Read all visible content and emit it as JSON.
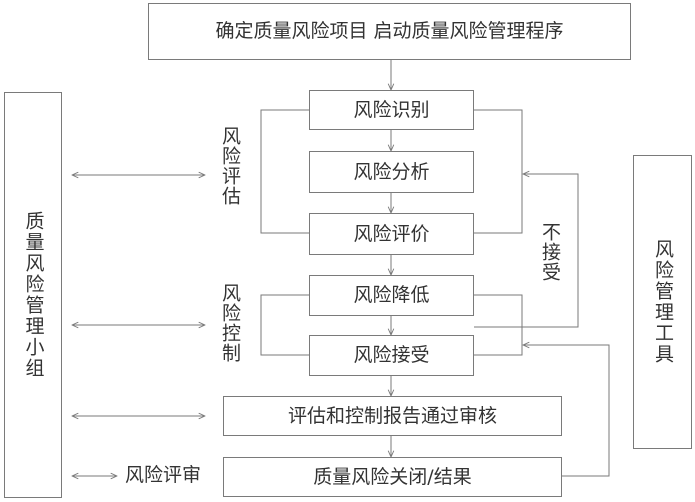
{
  "flow": {
    "start": "确定质量风险项目 启动质量风险管理程序",
    "identify": "风险识别",
    "analyze": "风险分析",
    "evaluate": "风险评价",
    "reduce": "风险降低",
    "accept": "风险接受",
    "review_report": "评估和控制报告通过审核",
    "close": "质量风险关闭/结果"
  },
  "labels": {
    "assessment": "风险评估",
    "control": "风险控制",
    "not_accept": "不接受",
    "risk_review": "风险评审"
  },
  "sides": {
    "team": "质量风险管理小组",
    "tools": "风险管理工具"
  },
  "colors": {
    "line": "#7a7a7a",
    "text": "#333333"
  }
}
